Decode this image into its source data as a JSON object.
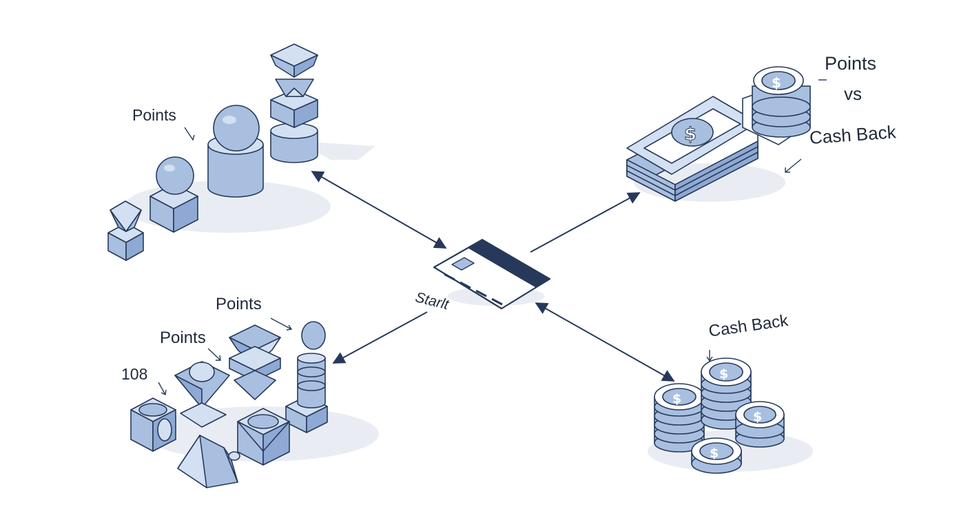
{
  "labels": {
    "points_top": "Points",
    "points_mid": "Points",
    "points_low": "Points",
    "number": "108",
    "start": "Starlt",
    "title_line1": "Points",
    "title_line2": "vs",
    "title_line3": "Cash Back",
    "cash_back": "Cash Back"
  },
  "icons": {
    "card": "credit-card-icon",
    "dollar": "dollar-sign-icon"
  },
  "colors": {
    "fill": "#a9bfe0",
    "fill_dark": "#8ea9d3",
    "fill_light": "#d3e0f2",
    "stroke": "#27395a",
    "shadow": "#e9edf3",
    "text": "#1f2a3a"
  }
}
